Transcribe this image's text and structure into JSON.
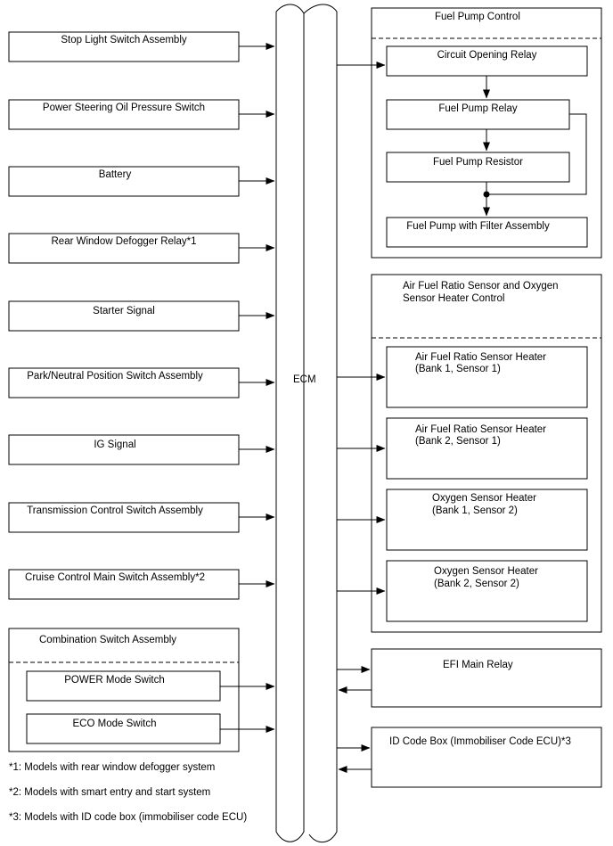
{
  "ecm_label": "ECM",
  "inputs": [
    {
      "label": "Stop Light Switch Assembly"
    },
    {
      "label": "Power Steering Oil Pressure Switch"
    },
    {
      "label": "Battery"
    },
    {
      "label": "Rear Window Defogger Relay*1"
    },
    {
      "label": "Starter Signal"
    },
    {
      "label": "Park/Neutral Position Switch Assembly"
    },
    {
      "label": "IG Signal"
    },
    {
      "label": "Transmission Control Switch Assembly"
    },
    {
      "label": "Cruise Control Main Switch Assembly*2"
    }
  ],
  "combination_switch": {
    "title": "Combination Switch Assembly",
    "items": [
      "POWER Mode Switch",
      "ECO Mode Switch"
    ]
  },
  "fuel_pump_control": {
    "title": "Fuel Pump Control",
    "items": [
      "Circuit Opening Relay",
      "Fuel Pump Relay",
      "Fuel Pump Resistor",
      "Fuel Pump with Filter Assembly"
    ]
  },
  "af_sensor_control": {
    "title_line1": "Air Fuel Ratio Sensor and Oxygen",
    "title_line2": "Sensor Heater Control",
    "items": [
      {
        "line1": "Air Fuel Ratio Sensor Heater",
        "line2": "(Bank 1, Sensor 1)"
      },
      {
        "line1": "Air Fuel Ratio Sensor Heater",
        "line2": "(Bank 2, Sensor 1)"
      },
      {
        "line1": "Oxygen Sensor Heater",
        "line2": "(Bank 1, Sensor 2)"
      },
      {
        "line1": "Oxygen Sensor Heater",
        "line2": "(Bank 2, Sensor 2)"
      }
    ]
  },
  "efi_main_relay": "EFI Main Relay",
  "id_code_box": "ID Code Box (Immobiliser Code ECU)*3",
  "notes": [
    "*1: Models with rear window defogger system",
    "*2: Models with smart entry and start system",
    "*3: Models with ID code box (immobiliser code ECU)"
  ]
}
